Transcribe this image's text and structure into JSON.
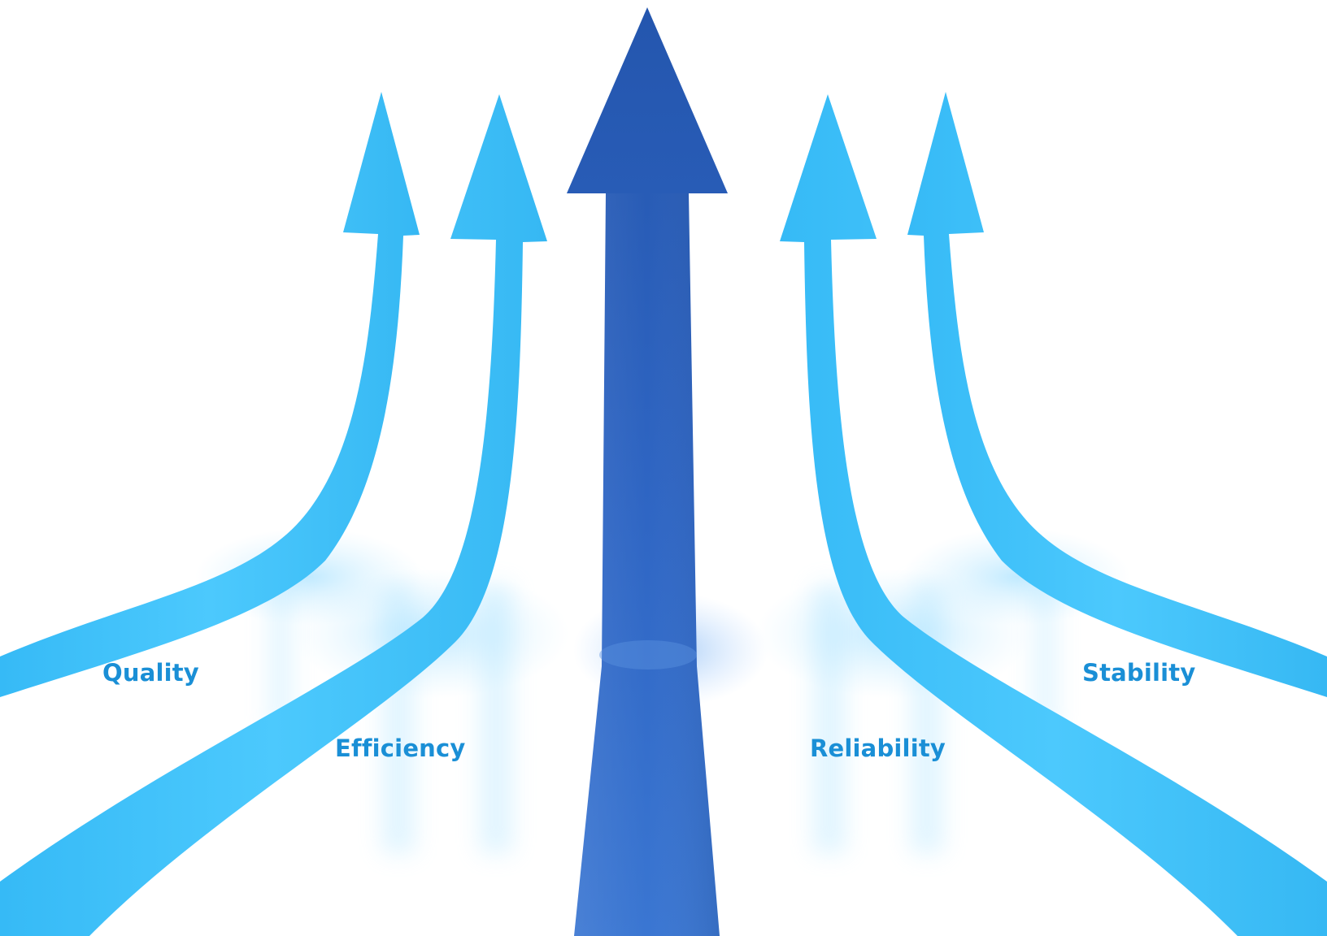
{
  "labels": {
    "quality": "Quality",
    "efficiency": "Efficiency",
    "reliability": "Reliability",
    "stability": "Stability"
  },
  "colors": {
    "label_text": "#1a8fd6",
    "light_arrow": "#41c4fb",
    "light_arrow_dark_edge": "#2fb2ee",
    "central_arrow": "#2f62bf",
    "central_arrow_dark": "#2456ae",
    "background": "#ffffff"
  },
  "icons": {
    "central": "arrow-up-icon",
    "side": "curved-arrow-up-icon"
  }
}
